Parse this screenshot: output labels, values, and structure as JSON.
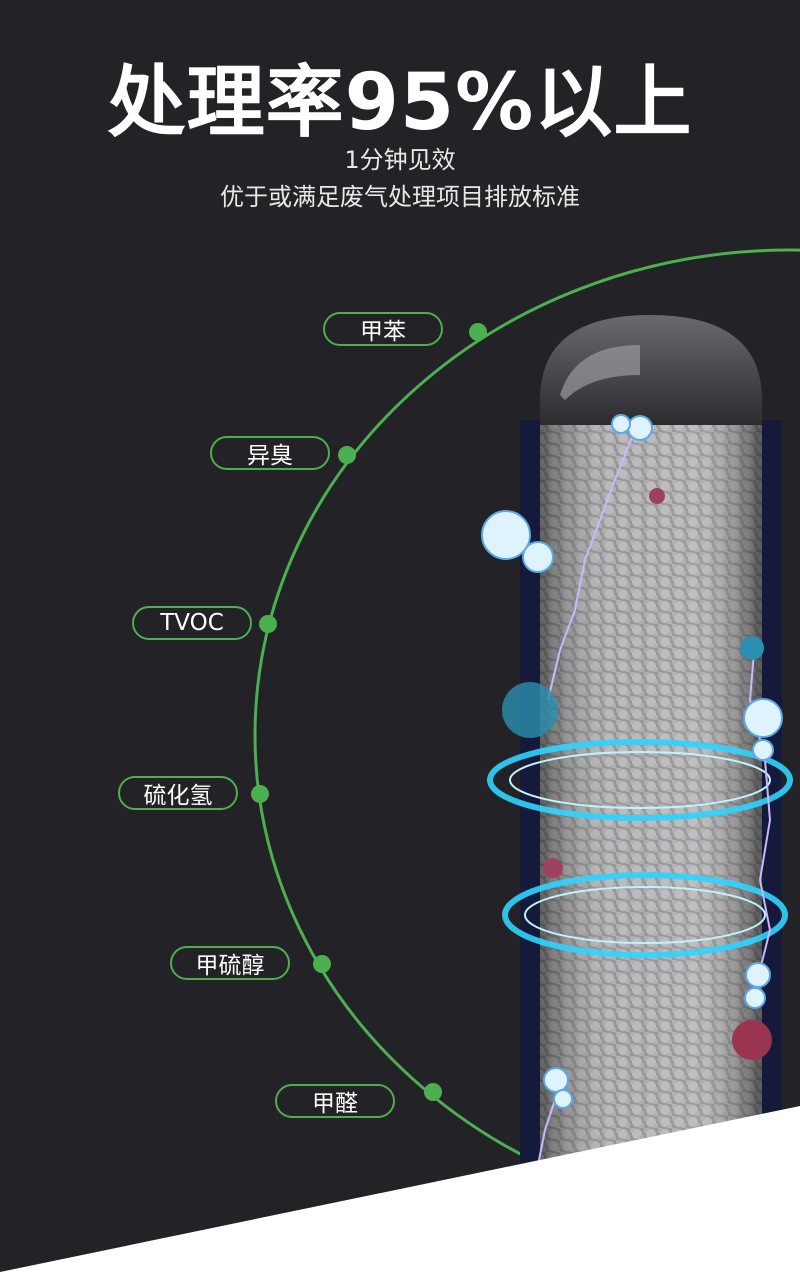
{
  "headline": "处理率95%以上",
  "subtitle_1": "1分钟见效",
  "subtitle_2": "优于或满足废气处理项目排放标准",
  "pollutants": [
    "甲苯",
    "异臭",
    "TVOC",
    "硫化氢",
    "甲硫醇",
    "甲醛"
  ],
  "colors": {
    "accent": "#4caf50",
    "background": "#232327",
    "glow": "#2fd4ff"
  }
}
